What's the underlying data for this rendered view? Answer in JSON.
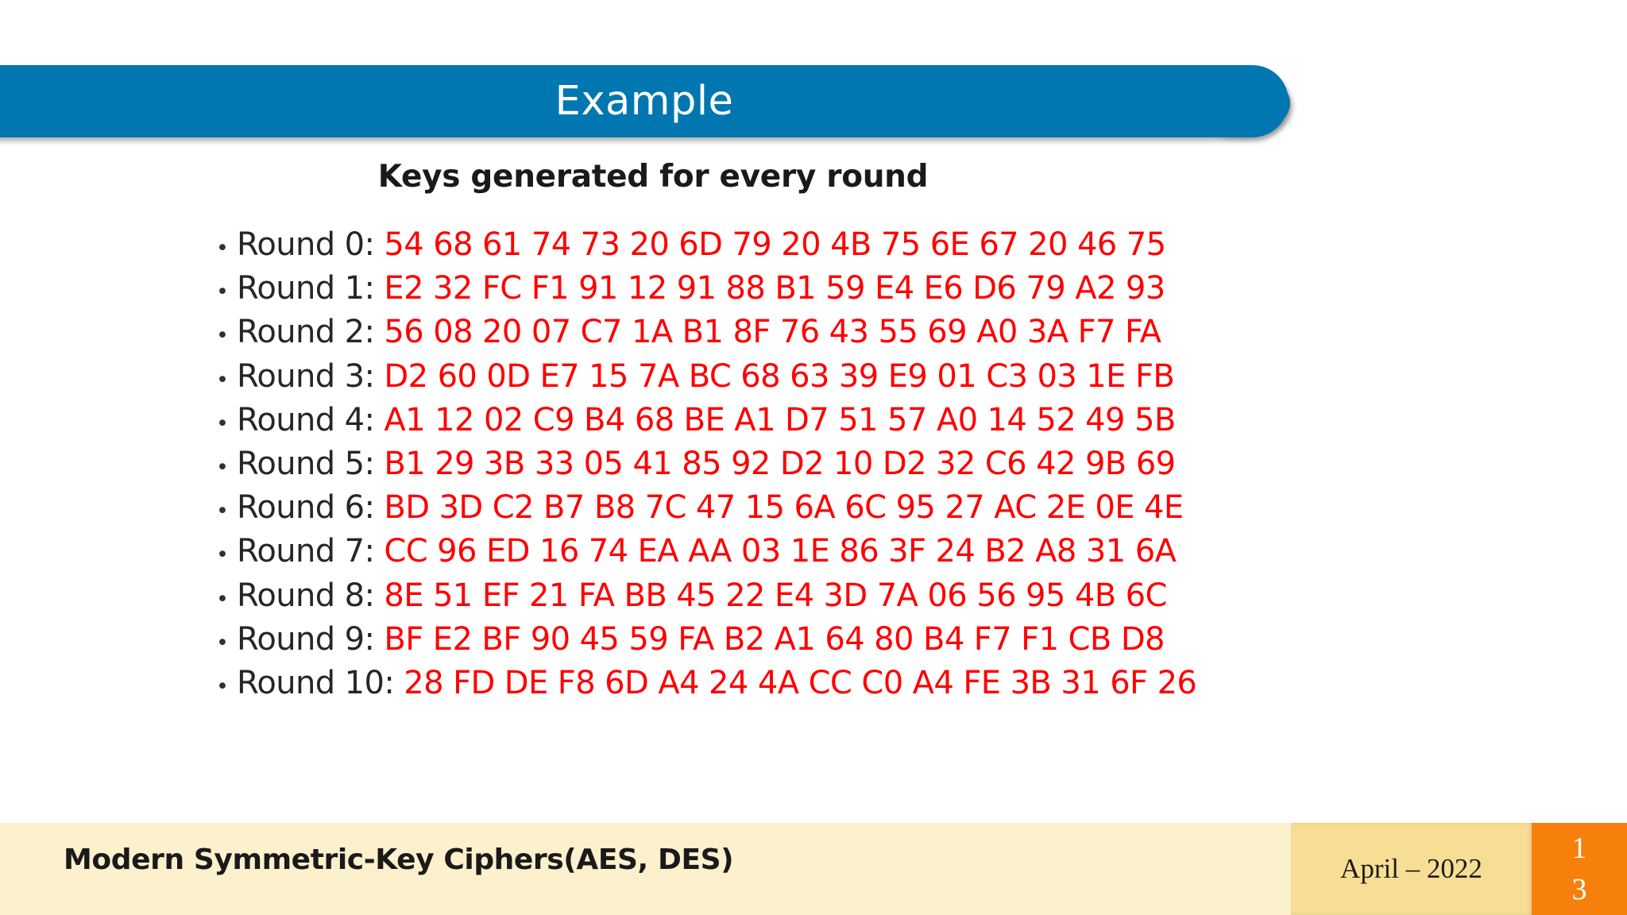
{
  "slide": {
    "title": "Example",
    "heading": "Keys generated for every round",
    "accent_blue": "#0077B0",
    "key_text_color": "#FF0000",
    "footer_cream": "#FDF0CD",
    "footer_gold": "#F8DE94",
    "page_orange": "#F7800D"
  },
  "rounds": [
    {
      "bullet": "•",
      "label": "Round 0:",
      "key": "54 68 61 74 73 20 6D 79 20 4B 75 6E 67 20 46 75"
    },
    {
      "bullet": "•",
      "label": "Round 1:",
      "key": "E2 32 FC F1 91 12 91 88 B1 59 E4 E6 D6 79 A2 93"
    },
    {
      "bullet": "•",
      "label": "Round 2:",
      "key": "56 08 20 07 C7 1A B1 8F 76 43 55 69 A0 3A F7 FA"
    },
    {
      "bullet": "•",
      "label": "Round 3:",
      "key": "D2 60 0D E7 15 7A BC 68 63 39 E9 01 C3 03 1E FB"
    },
    {
      "bullet": "•",
      "label": "Round 4:",
      "key": "A1 12 02 C9 B4 68 BE A1 D7 51 57 A0 14 52 49 5B"
    },
    {
      "bullet": "•",
      "label": "Round 5:",
      "key": "B1 29 3B 33 05 41 85 92 D2 10 D2 32 C6 42 9B 69"
    },
    {
      "bullet": "•",
      "label": "Round 6:",
      "key": "BD 3D C2 B7 B8 7C 47 15 6A 6C 95 27 AC 2E 0E 4E"
    },
    {
      "bullet": "•",
      "label": "Round 7:",
      "key": "CC 96 ED 16 74 EA AA 03 1E 86 3F 24 B2 A8 31 6A"
    },
    {
      "bullet": "•",
      "label": "Round 8:",
      "key": "8E 51 EF 21 FA BB 45 22 E4 3D 7A 06 56 95 4B 6C"
    },
    {
      "bullet": "•",
      "label": "Round 9:",
      "key": "BF E2 BF 90 45 59 FA B2 A1 64 80 B4 F7 F1 CB D8"
    },
    {
      "bullet": "•",
      "label": "Round 10:",
      "key": "28 FD DE F8 6D A4 24 4A CC C0 A4 FE 3B 31 6F 26"
    }
  ],
  "footer": {
    "title": "Modern Symmetric-Key Ciphers(AES, DES)",
    "date": "April – 2022",
    "page_digit_1": "1",
    "page_digit_2": "3"
  }
}
